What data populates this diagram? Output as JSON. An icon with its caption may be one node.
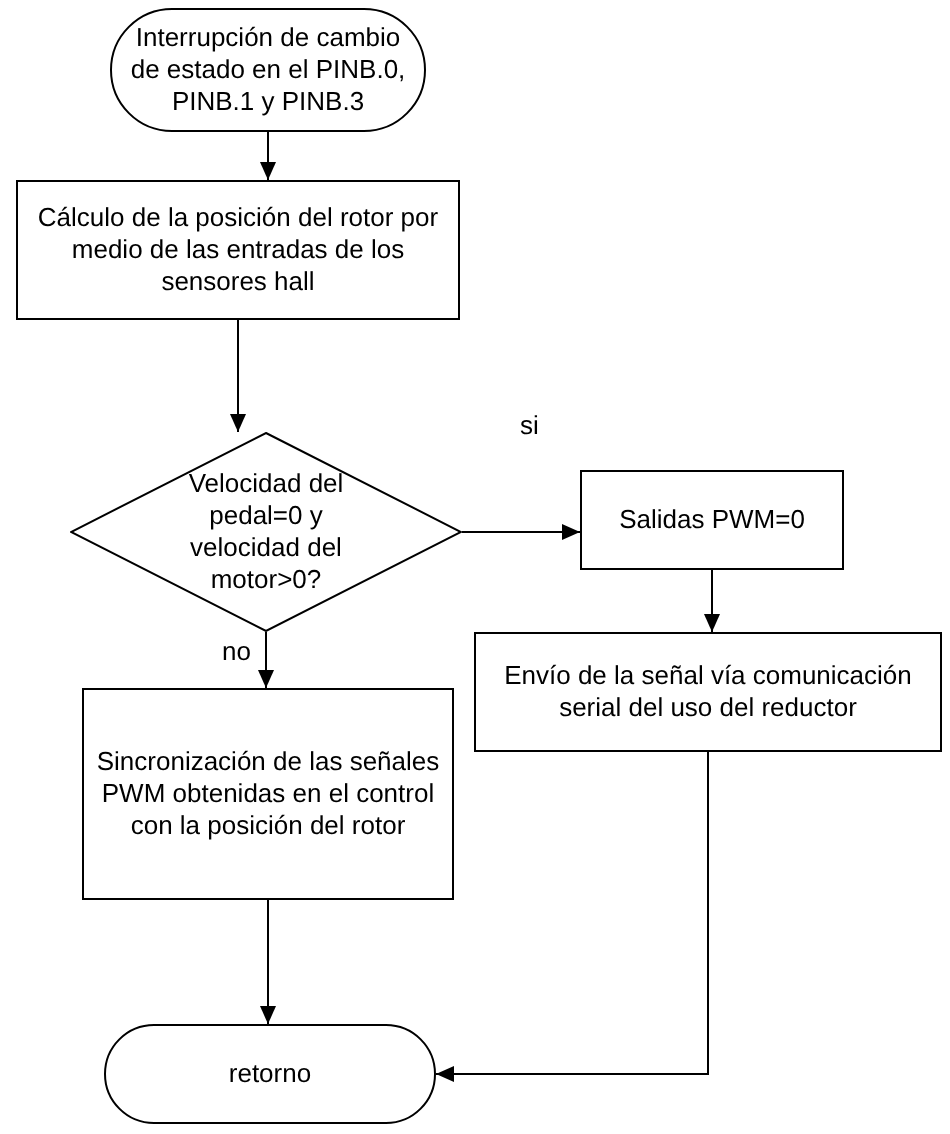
{
  "diagram": {
    "nodes": [
      {
        "text": [
          "Interrupción de cambio de estado en el PINB.0, PINB.1 y PINB.3"
        ]
      },
      {
        "text": [
          "Cálculo de la posición del rotor por medio de las entradas de los sensores hall"
        ]
      },
      {
        "text": [
          "Velocidad del pedal=0 y velocidad del motor>0?"
        ]
      },
      {
        "text": [
          "Salidas PWM=0"
        ]
      },
      {
        "text": [
          "Envío de la señal vía comunicación serial del uso del reductor"
        ]
      },
      {
        "text": [
          "Sincronización de las señales PWM obtenidas en el control con la posición del rotor"
        ]
      },
      {
        "text": [
          "retorno"
        ]
      }
    ],
    "edges": [
      {
        "from": 0,
        "to": 1,
        "arrow": "to"
      },
      {
        "from": 1,
        "to": 2,
        "arrow": "to"
      },
      {
        "from": 2,
        "to": 3,
        "arrow": "to",
        "label": "si"
      },
      {
        "from": 2,
        "to": 5,
        "arrow": "to",
        "label": "no"
      },
      {
        "from": 3,
        "to": 4,
        "arrow": "to"
      },
      {
        "from": 5,
        "to": 6,
        "arrow": "to"
      },
      {
        "from": 4,
        "to": 6,
        "arrow": "to"
      }
    ]
  }
}
